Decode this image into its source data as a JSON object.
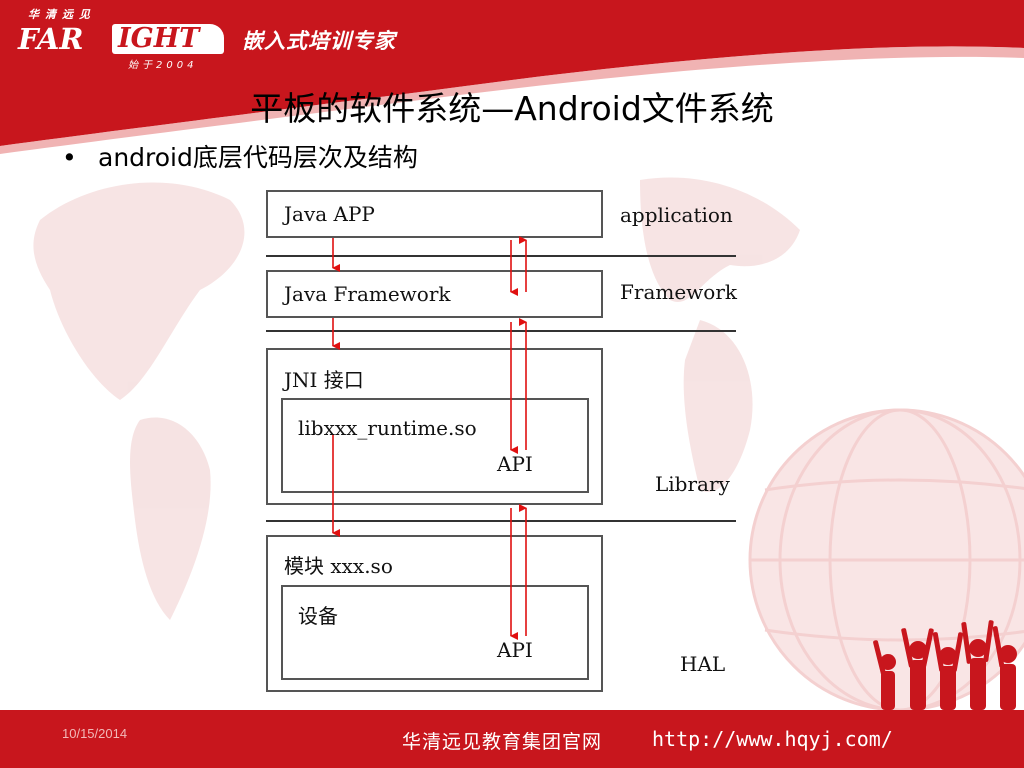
{
  "logo": {
    "cn_name": "华清远见",
    "far": "FAR",
    "ight": "IGHT",
    "since": "始于2004",
    "slogan": "嵌入式培训专家"
  },
  "title": "平板的软件系统—Android文件系统",
  "bullet": "android底层代码层次及结构",
  "diagram": {
    "boxes": {
      "java_app": "Java APP",
      "java_framework": "Java Framework",
      "jni": "JNI 接口",
      "runtime": "libxxx_runtime.so",
      "module": "模块 xxx.so",
      "device": "设备"
    },
    "api_labels": [
      "API",
      "API"
    ],
    "layers": [
      "application",
      "Framework",
      "Library",
      "HAL"
    ]
  },
  "footer": {
    "date": "10/15/2014",
    "site": "华清远见教育集团官网",
    "url": "http://www.hqyj.com/"
  },
  "colors": {
    "brand_red": "#c8161d",
    "arrow_red": "#e01010"
  }
}
